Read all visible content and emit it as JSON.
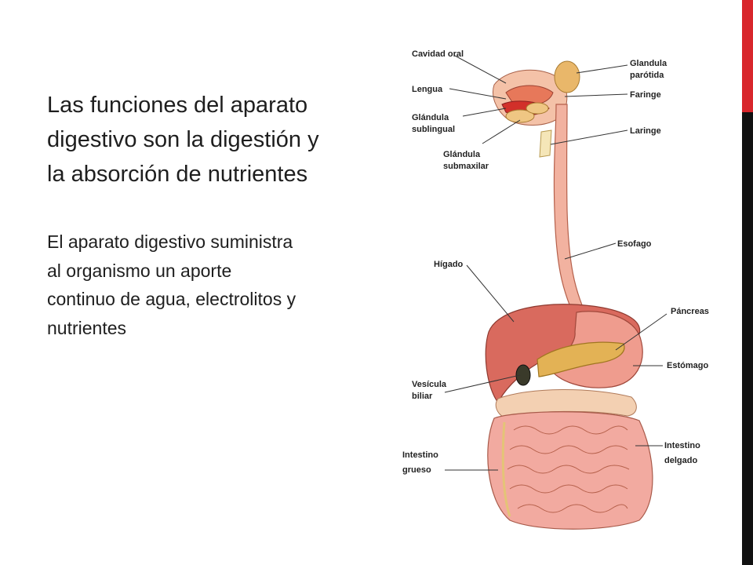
{
  "slide": {
    "heading_lines": [
      "Las funciones del aparato",
      "digestivo son la digestión y",
      "la absorción de nutrientes"
    ],
    "body_lines": [
      "El aparato digestivo suministra",
      "al organismo un aporte",
      "continuo de agua, electrolitos y",
      "nutrientes"
    ],
    "accent_color": "#d8262b",
    "dark_bar_color": "#111111"
  },
  "diagram": {
    "labels": {
      "cavidad_oral": "Cavidad oral",
      "lengua": "Lengua",
      "glandula_sublingual_1": "Glándula",
      "glandula_sublingual_2": "sublingual",
      "glandula_submaxilar_1": "Glándula",
      "glandula_submaxilar_2": "submaxilar",
      "glandula_parotida_1": "Glandula",
      "glandula_parotida_2": "parótida",
      "faringe": "Faringe",
      "laringe": "Laringe",
      "esofago": "Esofago",
      "higado": "Hígado",
      "pancreas": "Páncreas",
      "estomago": "Estómago",
      "vesicula_1": "Vesícula",
      "vesicula_2": "biliar",
      "intestino_grueso_1": "Intestino",
      "intestino_grueso_2": "grueso",
      "intestino_delgado_1": "Intestino",
      "intestino_delgado_2": "delgado"
    }
  }
}
